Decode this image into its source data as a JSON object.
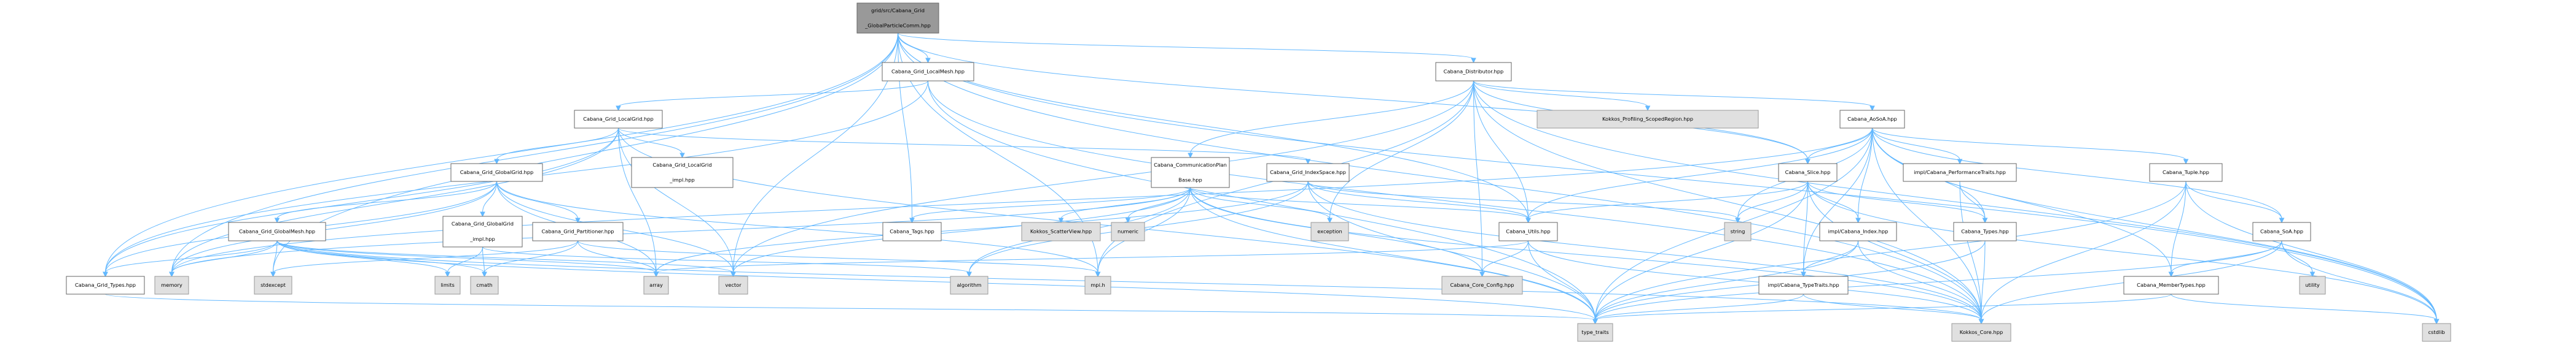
{
  "graph": {
    "title": "grid/src/Cabana_Grid_GlobalParticleComm.hpp include dependency graph",
    "colors": {
      "edge": "#63b8ff",
      "root_fill": "#999999",
      "local_fill": "#ffffff",
      "system_fill": "#e0e0e0"
    },
    "nodes": [
      {
        "id": "root",
        "kind": "root",
        "label": [
          "grid/src/Cabana_Grid",
          "_GlobalParticleComm.hpp"
        ]
      },
      {
        "id": "localmesh",
        "kind": "local",
        "label": [
          "Cabana_Grid_LocalMesh.hpp"
        ]
      },
      {
        "id": "localgrid",
        "kind": "local",
        "label": [
          "Cabana_Grid_LocalGrid.hpp"
        ]
      },
      {
        "id": "globalgrid",
        "kind": "local",
        "label": [
          "Cabana_Grid_GlobalGrid.hpp"
        ]
      },
      {
        "id": "localgrid_impl",
        "kind": "local",
        "label": [
          "Cabana_Grid_LocalGrid",
          "_impl.hpp"
        ]
      },
      {
        "id": "globalmesh",
        "kind": "local",
        "label": [
          "Cabana_Grid_GlobalMesh.hpp"
        ]
      },
      {
        "id": "globalgrid_impl",
        "kind": "local",
        "label": [
          "Cabana_Grid_GlobalGrid",
          "_impl.hpp"
        ]
      },
      {
        "id": "partitioner",
        "kind": "local",
        "label": [
          "Cabana_Grid_Partitioner.hpp"
        ]
      },
      {
        "id": "grid_types",
        "kind": "local",
        "label": [
          "Cabana_Grid_Types.hpp"
        ]
      },
      {
        "id": "memory",
        "kind": "system",
        "label": [
          "memory"
        ]
      },
      {
        "id": "stdexcept",
        "kind": "system",
        "label": [
          "stdexcept"
        ]
      },
      {
        "id": "limits",
        "kind": "system",
        "label": [
          "limits"
        ]
      },
      {
        "id": "cmath",
        "kind": "system",
        "label": [
          "cmath"
        ]
      },
      {
        "id": "array",
        "kind": "system",
        "label": [
          "array"
        ]
      },
      {
        "id": "vector",
        "kind": "system",
        "label": [
          "vector"
        ]
      },
      {
        "id": "tags",
        "kind": "local",
        "label": [
          "Cabana_Tags.hpp"
        ]
      },
      {
        "id": "scatterview",
        "kind": "system",
        "label": [
          "Kokkos_ScatterView.hpp"
        ]
      },
      {
        "id": "numeric",
        "kind": "system",
        "label": [
          "numeric"
        ]
      },
      {
        "id": "algorithm",
        "kind": "system",
        "label": [
          "algorithm"
        ]
      },
      {
        "id": "mpi",
        "kind": "system",
        "label": [
          "mpi.h"
        ]
      },
      {
        "id": "commplan",
        "kind": "local",
        "label": [
          "Cabana_CommunicationPlan",
          "Base.hpp"
        ]
      },
      {
        "id": "indexspace",
        "kind": "local",
        "label": [
          "Cabana_Grid_IndexSpace.hpp"
        ]
      },
      {
        "id": "distributor",
        "kind": "local",
        "label": [
          "Cabana_Distributor.hpp"
        ]
      },
      {
        "id": "scopedregion",
        "kind": "system",
        "label": [
          "Kokkos_Profiling_ScopedRegion.hpp"
        ]
      },
      {
        "id": "exception",
        "kind": "system",
        "label": [
          "exception"
        ]
      },
      {
        "id": "utils",
        "kind": "local",
        "label": [
          "Cabana_Utils.hpp"
        ]
      },
      {
        "id": "coreconfig",
        "kind": "system",
        "label": [
          "Cabana_Core_Config.hpp"
        ]
      },
      {
        "id": "type_traits",
        "kind": "system",
        "label": [
          "type_traits"
        ]
      },
      {
        "id": "aosoa",
        "kind": "local",
        "label": [
          "Cabana_AoSoA.hpp"
        ]
      },
      {
        "id": "slice",
        "kind": "local",
        "label": [
          "Cabana_Slice.hpp"
        ]
      },
      {
        "id": "perftraits",
        "kind": "local",
        "label": [
          "impl/Cabana_PerformanceTraits.hpp"
        ]
      },
      {
        "id": "string",
        "kind": "system",
        "label": [
          "string"
        ]
      },
      {
        "id": "index",
        "kind": "local",
        "label": [
          "impl/Cabana_Index.hpp"
        ]
      },
      {
        "id": "types",
        "kind": "local",
        "label": [
          "Cabana_Types.hpp"
        ]
      },
      {
        "id": "typetraits_impl",
        "kind": "local",
        "label": [
          "impl/Cabana_TypeTraits.hpp"
        ]
      },
      {
        "id": "kokkos_core",
        "kind": "system",
        "label": [
          "Kokkos_Core.hpp"
        ]
      },
      {
        "id": "tuple",
        "kind": "local",
        "label": [
          "Cabana_Tuple.hpp"
        ]
      },
      {
        "id": "soa",
        "kind": "local",
        "label": [
          "Cabana_SoA.hpp"
        ]
      },
      {
        "id": "membertypes",
        "kind": "local",
        "label": [
          "Cabana_MemberTypes.hpp"
        ]
      },
      {
        "id": "utility",
        "kind": "system",
        "label": [
          "utility"
        ]
      },
      {
        "id": "cstdlib",
        "kind": "system",
        "label": [
          "cstdlib"
        ]
      }
    ],
    "edges": [
      [
        "root",
        "localmesh"
      ],
      [
        "root",
        "distributor"
      ],
      [
        "root",
        "slice"
      ],
      [
        "root",
        "tags"
      ],
      [
        "root",
        "grid_types"
      ],
      [
        "root",
        "memory"
      ],
      [
        "root",
        "stdexcept"
      ],
      [
        "root",
        "vector"
      ],
      [
        "root",
        "mpi"
      ],
      [
        "root",
        "kokkos_core"
      ],
      [
        "root",
        "cstdlib"
      ],
      [
        "root",
        "utils"
      ],
      [
        "localmesh",
        "localgrid"
      ],
      [
        "localmesh",
        "grid_types"
      ],
      [
        "localmesh",
        "kokkos_core"
      ],
      [
        "localmesh",
        "type_traits"
      ],
      [
        "localgrid",
        "globalgrid"
      ],
      [
        "localgrid",
        "localgrid_impl"
      ],
      [
        "localgrid",
        "indexspace"
      ],
      [
        "localgrid",
        "grid_types"
      ],
      [
        "localgrid",
        "array"
      ],
      [
        "localgrid",
        "memory"
      ],
      [
        "localgrid",
        "vector"
      ],
      [
        "localgrid",
        "type_traits"
      ],
      [
        "globalgrid",
        "globalmesh"
      ],
      [
        "globalgrid",
        "globalgrid_impl"
      ],
      [
        "globalgrid",
        "partitioner"
      ],
      [
        "globalgrid",
        "grid_types"
      ],
      [
        "globalgrid",
        "array"
      ],
      [
        "globalgrid",
        "memory"
      ],
      [
        "globalgrid",
        "mpi"
      ],
      [
        "globalgrid",
        "vector"
      ],
      [
        "globalmesh",
        "grid_types"
      ],
      [
        "globalmesh",
        "memory"
      ],
      [
        "globalmesh",
        "stdexcept"
      ],
      [
        "globalmesh",
        "limits"
      ],
      [
        "globalmesh",
        "cmath"
      ],
      [
        "globalmesh",
        "array"
      ],
      [
        "globalmesh",
        "vector"
      ],
      [
        "globalmesh",
        "kokkos_core"
      ],
      [
        "globalmesh",
        "type_traits"
      ],
      [
        "globalgrid_impl",
        "limits"
      ],
      [
        "globalgrid_impl",
        "cmath"
      ],
      [
        "globalgrid_impl",
        "algorithm"
      ],
      [
        "partitioner",
        "array"
      ],
      [
        "partitioner",
        "stdexcept"
      ],
      [
        "partitioner",
        "mpi"
      ],
      [
        "partitioner",
        "cmath"
      ],
      [
        "grid_types",
        "type_traits"
      ],
      [
        "distributor",
        "commplan"
      ],
      [
        "distributor",
        "scopedregion"
      ],
      [
        "distributor",
        "aosoa"
      ],
      [
        "distributor",
        "slice"
      ],
      [
        "distributor",
        "utils"
      ],
      [
        "distributor",
        "exception"
      ],
      [
        "distributor",
        "coreconfig"
      ],
      [
        "distributor",
        "mpi"
      ],
      [
        "distributor",
        "vector"
      ],
      [
        "distributor",
        "kokkos_core"
      ],
      [
        "distributor",
        "cstdlib"
      ],
      [
        "commplan",
        "tags"
      ],
      [
        "commplan",
        "scatterview"
      ],
      [
        "commplan",
        "numeric"
      ],
      [
        "commplan",
        "algorithm"
      ],
      [
        "commplan",
        "mpi"
      ],
      [
        "commplan",
        "exception"
      ],
      [
        "commplan",
        "utils"
      ],
      [
        "commplan",
        "vector"
      ],
      [
        "commplan",
        "memory"
      ],
      [
        "commplan",
        "type_traits"
      ],
      [
        "commplan",
        "kokkos_core"
      ],
      [
        "commplan",
        "coreconfig"
      ],
      [
        "indexspace",
        "array"
      ],
      [
        "indexspace",
        "algorithm"
      ],
      [
        "indexspace",
        "string"
      ],
      [
        "indexspace",
        "kokkos_core"
      ],
      [
        "indexspace",
        "type_traits"
      ],
      [
        "indexspace",
        "utils"
      ],
      [
        "utils",
        "coreconfig"
      ],
      [
        "utils",
        "type_traits"
      ],
      [
        "utils",
        "kokkos_core"
      ],
      [
        "utils",
        "array"
      ],
      [
        "aosoa",
        "slice"
      ],
      [
        "aosoa",
        "perftraits"
      ],
      [
        "aosoa",
        "tuple"
      ],
      [
        "aosoa",
        "soa"
      ],
      [
        "aosoa",
        "index"
      ],
      [
        "aosoa",
        "types"
      ],
      [
        "aosoa",
        "membertypes"
      ],
      [
        "aosoa",
        "string"
      ],
      [
        "aosoa",
        "type_traits"
      ],
      [
        "aosoa",
        "kokkos_core"
      ],
      [
        "aosoa",
        "cstdlib"
      ],
      [
        "aosoa",
        "utils"
      ],
      [
        "aosoa",
        "memory"
      ],
      [
        "aosoa",
        "typetraits_impl"
      ],
      [
        "slice",
        "string"
      ],
      [
        "slice",
        "index"
      ],
      [
        "slice",
        "typetraits_impl"
      ],
      [
        "slice",
        "types"
      ],
      [
        "slice",
        "utils"
      ],
      [
        "slice",
        "type_traits"
      ],
      [
        "slice",
        "kokkos_core"
      ],
      [
        "slice",
        "cstdlib"
      ],
      [
        "perftraits",
        "types"
      ],
      [
        "perftraits",
        "kokkos_core"
      ],
      [
        "index",
        "typetraits_impl"
      ],
      [
        "index",
        "kokkos_core"
      ],
      [
        "index",
        "type_traits"
      ],
      [
        "types",
        "kokkos_core"
      ],
      [
        "types",
        "type_traits"
      ],
      [
        "typetraits_impl",
        "type_traits"
      ],
      [
        "typetraits_impl",
        "kokkos_core"
      ],
      [
        "tuple",
        "soa"
      ],
      [
        "tuple",
        "membertypes"
      ],
      [
        "tuple",
        "type_traits"
      ],
      [
        "tuple",
        "kokkos_core"
      ],
      [
        "tuple",
        "cstdlib"
      ],
      [
        "soa",
        "membertypes"
      ],
      [
        "soa",
        "utility"
      ],
      [
        "soa",
        "type_traits"
      ],
      [
        "soa",
        "kokkos_core"
      ],
      [
        "soa",
        "cstdlib"
      ],
      [
        "membertypes",
        "type_traits"
      ],
      [
        "membertypes",
        "cstdlib"
      ]
    ]
  }
}
